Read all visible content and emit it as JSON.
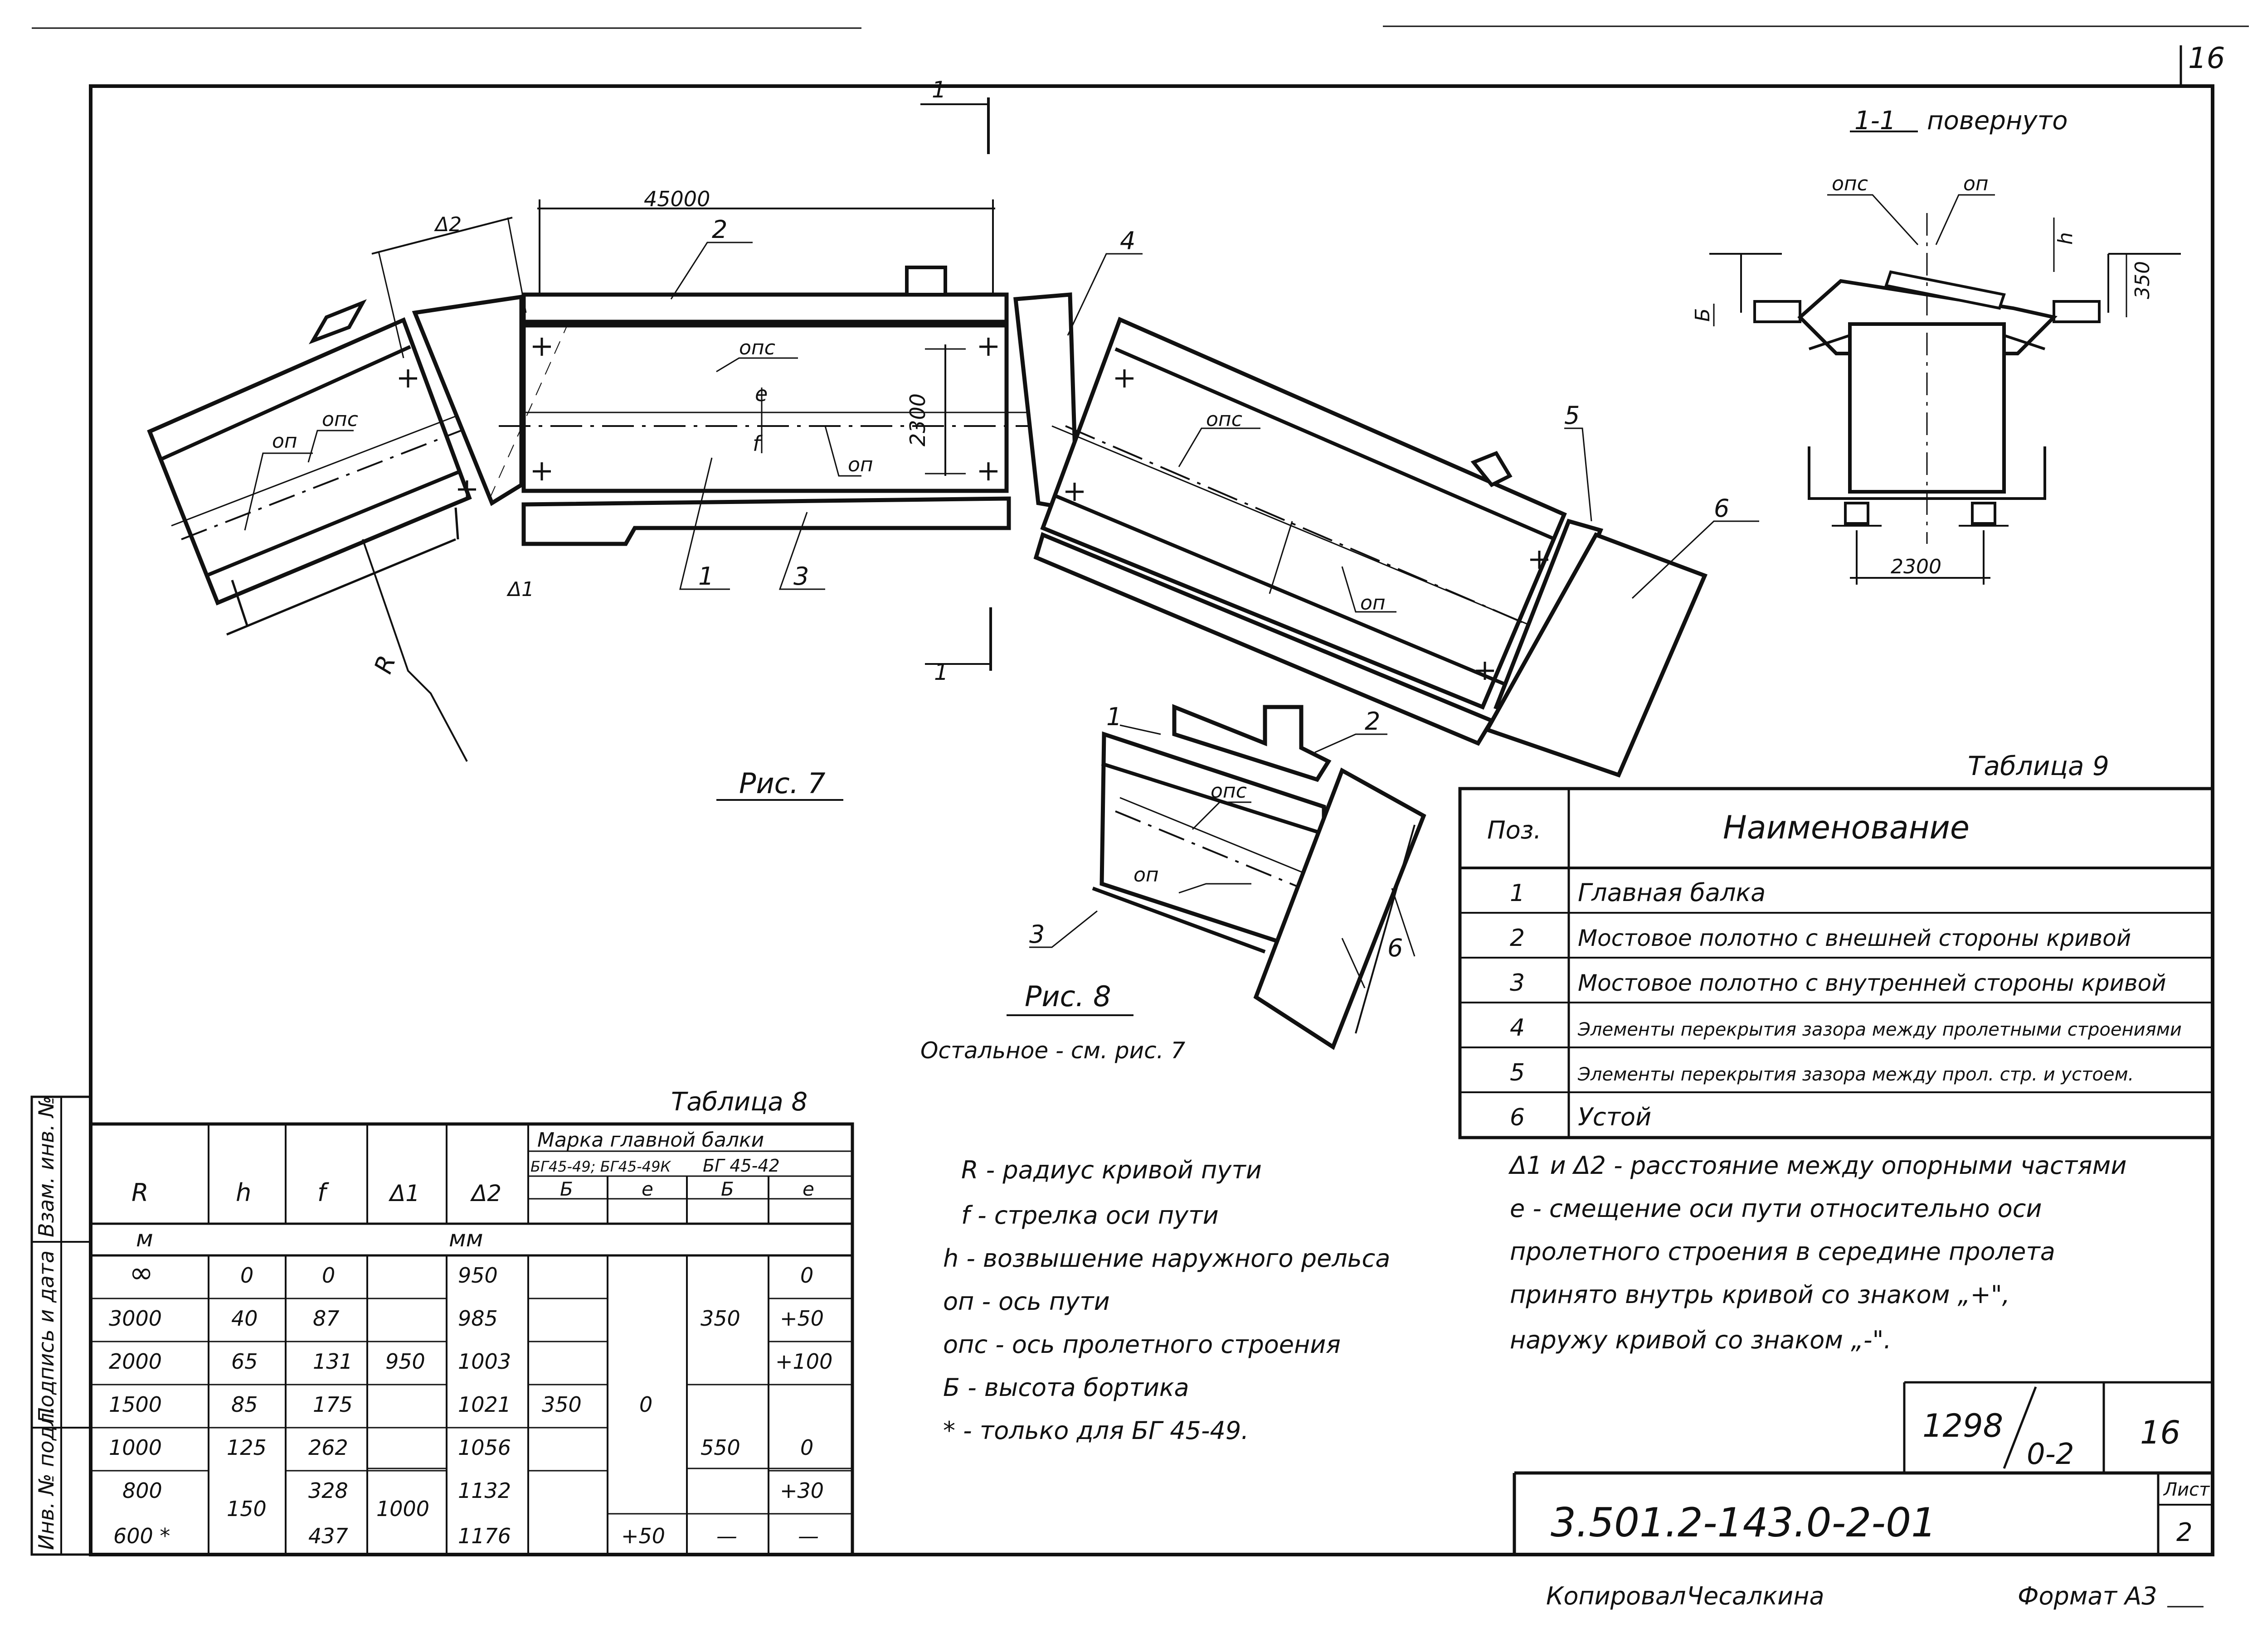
{
  "sheet_number_corner": "16",
  "section": {
    "title": "1-1",
    "subtitle": "повернуто",
    "labels": {
      "ops": "опс",
      "op": "оп",
      "h": "h",
      "b": "Б",
      "dim_350": "350",
      "dim_2300": "2300"
    }
  },
  "fig7": {
    "caption": "Рис. 7",
    "dim_45000": "45000",
    "dim_2300": "2300",
    "delta1": "Δ1",
    "delta2": "Δ2",
    "R": "R",
    "labels": {
      "ops": "опс",
      "op": "оп",
      "e": "е",
      "f": "f"
    },
    "section_mark": "1",
    "positions": [
      "1",
      "2",
      "3",
      "4",
      "5",
      "6"
    ]
  },
  "fig8": {
    "caption": "Рис. 8",
    "note": "Остальное - см. рис. 7",
    "labels": {
      "ops": "опс",
      "op": "оп"
    },
    "positions": [
      "1",
      "2",
      "3",
      "6"
    ]
  },
  "table9": {
    "title": "Таблица 9",
    "headers": [
      "Поз.",
      "Наименование"
    ],
    "rows": [
      [
        "1",
        "Главная балка"
      ],
      [
        "2",
        "Мостовое полотно с внешней стороны кривой"
      ],
      [
        "3",
        "Мостовое полотно с внутренней стороны кривой"
      ],
      [
        "4",
        "Элементы перекрытия зазора между пролетными строениями"
      ],
      [
        "5",
        "Элементы перекрытия зазора между прол. стр. и устоем."
      ],
      [
        "6",
        "Устой"
      ]
    ]
  },
  "table8": {
    "title": "Таблица 8",
    "col_headers": [
      "R",
      "h",
      "f",
      "Δ1",
      "Δ2"
    ],
    "marka_header": "Марка главной балки",
    "beam_types": [
      "БГ45-49; БГ45-49К",
      "БГ 45-42"
    ],
    "sub_headers": [
      "Б",
      "е",
      "Б",
      "е"
    ],
    "units_R": "м",
    "units_rest": "мм",
    "rows": [
      [
        "∞",
        "0",
        "0",
        "",
        "950",
        "",
        "",
        "",
        "0"
      ],
      [
        "3000",
        "40",
        "87",
        "",
        "985",
        "",
        "",
        "",
        "+50"
      ],
      [
        "2000",
        "65",
        "131",
        "950",
        "1003",
        "",
        "",
        "350",
        "+100"
      ],
      [
        "1500",
        "85",
        "175",
        "",
        "1021",
        "350",
        "0",
        "",
        ""
      ],
      [
        "1000",
        "125",
        "262",
        "",
        "1056",
        "",
        "",
        "550",
        "0"
      ],
      [
        "800",
        "",
        "328",
        "",
        "1132",
        "",
        "",
        "",
        "+30"
      ],
      [
        "600 *",
        "150",
        "437",
        "1000",
        "1176",
        "",
        "+50",
        "—",
        "—"
      ]
    ]
  },
  "legend": [
    "R - радиус кривой пути",
    "f - стрелка оси пути",
    "h - возвышение наружного рельса",
    "оп - ось пути",
    "опс - ось пролетного строения",
    "Б - высота бортика",
    "* - только для БГ 45-49."
  ],
  "note_lines": [
    "Δ1 и Δ2 - расстояние между опорными частями",
    "е - смещение оси пути относительно оси",
    "пролетного строения в середине пролета",
    "принято внутрь кривой со знаком „+\",",
    "наружу кривой со знаком „-\"."
  ],
  "title_block": {
    "album": "1298",
    "album_sub": "0-2",
    "page": "16",
    "designation": "3.501.2-143.0-2-01",
    "list_label": "Лист",
    "list_number": "2"
  },
  "side_stamp": [
    "Инв. № подл.",
    "Подпись и дата",
    "Взам. инв. №"
  ],
  "footer": {
    "copied": "Копировал",
    "copier": "Чесалкина",
    "format": "Формат А3"
  }
}
